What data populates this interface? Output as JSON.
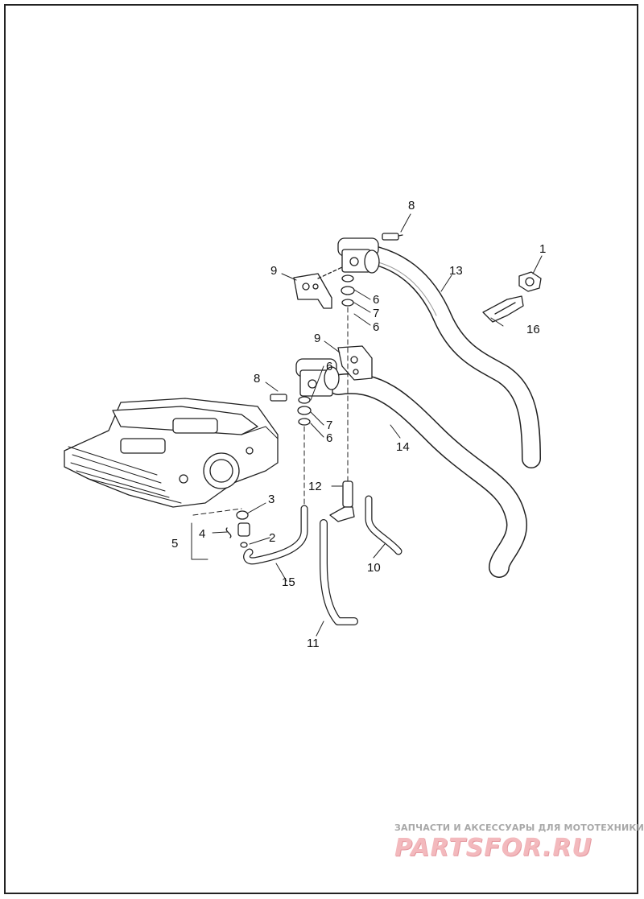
{
  "diagram": {
    "callouts": [
      {
        "id": "c1",
        "text": "1"
      },
      {
        "id": "c2",
        "text": "2"
      },
      {
        "id": "c3",
        "text": "3"
      },
      {
        "id": "c4",
        "text": "4"
      },
      {
        "id": "c5",
        "text": "5"
      },
      {
        "id": "c6a",
        "text": "6"
      },
      {
        "id": "c6b",
        "text": "6"
      },
      {
        "id": "c6c",
        "text": "6"
      },
      {
        "id": "c6d",
        "text": "6"
      },
      {
        "id": "c7a",
        "text": "7"
      },
      {
        "id": "c7b",
        "text": "7"
      },
      {
        "id": "c8a",
        "text": "8"
      },
      {
        "id": "c8b",
        "text": "8"
      },
      {
        "id": "c9a",
        "text": "9"
      },
      {
        "id": "c9b",
        "text": "9"
      },
      {
        "id": "c10",
        "text": "10"
      },
      {
        "id": "c11",
        "text": "11"
      },
      {
        "id": "c12",
        "text": "12"
      },
      {
        "id": "c13",
        "text": "13"
      },
      {
        "id": "c14",
        "text": "14"
      },
      {
        "id": "c15",
        "text": "15"
      },
      {
        "id": "c16",
        "text": "16"
      }
    ]
  },
  "watermark": {
    "tagline": "ЗАПЧАСТИ И АКСЕССУАРЫ ДЛЯ МОТОТЕХНИКИ",
    "logo": "PARTSFOR.RU",
    "color": "#f3b9bd"
  }
}
